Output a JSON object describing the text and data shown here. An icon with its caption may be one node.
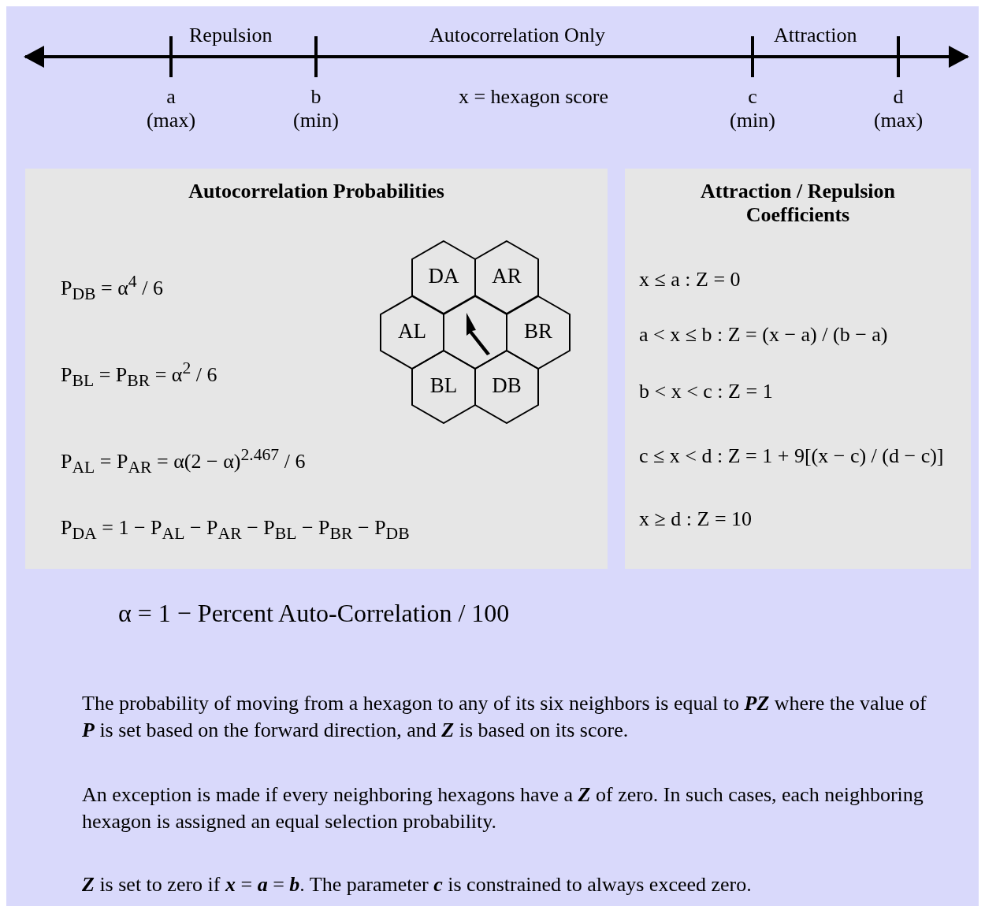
{
  "diagram": {
    "nodes": [
      {
        "text": [
          "Autocorrelation Probabilities",
          "P$_{DB}$ = α$^{4}$ / 6",
          "P$_{BL}$ = P$_{BR}$ = α$^{2}$ / 6",
          "P$_{AL}$ = P$_{AR}$ = α(2 − α)$^{2.467}$ / 6",
          "P$_{DA}$ = 1 − P$_{AL}$ − P$_{AR}$ − P$_{BL}$ − P$_{BR}$ − P$_{DB}$"
        ]
      },
      {
        "text": [
          "Attraction / Repulsion Coefficients",
          "x ≤ a  :  Z = 0",
          "a < x ≤ b  :  Z = (x − a) / (b − a)",
          "b < x < c  :  Z = 1",
          "c ≤ x < d  :  Z = 1 + 9[(x − c) / (d − c)]",
          "x ≥ d  :  Z = 10"
        ]
      },
      {
        "text": [
          "DA"
        ],
        "in": 0
      },
      {
        "text": [
          "AR"
        ],
        "in": 0
      },
      {
        "text": [
          "AL"
        ],
        "in": 0
      },
      {
        "text": [],
        "shape": "hexagon",
        "in": 0
      },
      {
        "text": [
          "BR"
        ],
        "in": 0
      },
      {
        "text": [
          "BL"
        ],
        "in": 0
      },
      {
        "text": [
          "DB"
        ],
        "in": 0
      }
    ],
    "labels": [
      "Repulsion",
      "Autocorrelation Only",
      "Attraction",
      "a",
      "(max)",
      "b",
      "(min)",
      "x = hexagon score",
      "c",
      "(min)",
      "d",
      "(max)",
      "α = 1 − Percent Auto-Correlation / 100",
      "The probability of moving from a hexagon to any of its six neighbors is equal to *PZ* where the value of *P* is set based on the forward direction, and *Z* is based on its score.",
      "An exception is made if every neighboring hexagons have a *Z* of zero. In such cases, each neighboring hexagon is assigned an equal selection probability.",
      "*Z* is set to zero if *x* = *a* = *b*. The parameter *c* is constrained to always exceed zero."
    ]
  }
}
